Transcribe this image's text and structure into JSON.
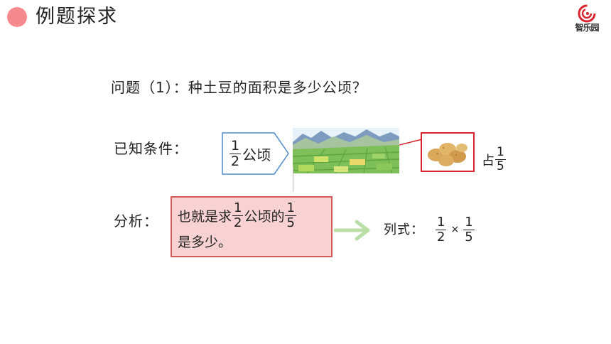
{
  "header": {
    "title": "例题探求",
    "logo_text": "智乐园"
  },
  "question": "问题（1）：种土豆的面积是多少公顷？",
  "known": {
    "label": "已知条件：",
    "fraction": {
      "num": "1",
      "den": "2"
    },
    "unit": "公顷",
    "share_prefix": "占",
    "share_fraction": {
      "num": "1",
      "den": "5"
    }
  },
  "analysis": {
    "label": "分析：",
    "line1_a": "也就是求",
    "frac1": {
      "num": "1",
      "den": "2"
    },
    "line1_b": "公顷的",
    "frac2": {
      "num": "1",
      "den": "5"
    },
    "line2": "是多少。"
  },
  "formula": {
    "label": "列式：",
    "left": {
      "num": "1",
      "den": "2"
    },
    "operator": "×",
    "right": {
      "num": "1",
      "den": "5"
    }
  },
  "colors": {
    "accent_dot": "#f58a8e",
    "pink_fill": "#f8d2d2",
    "pink_border": "#d65a5a",
    "red_border": "#d9262e",
    "green_arrow": "#b9dfa6"
  }
}
